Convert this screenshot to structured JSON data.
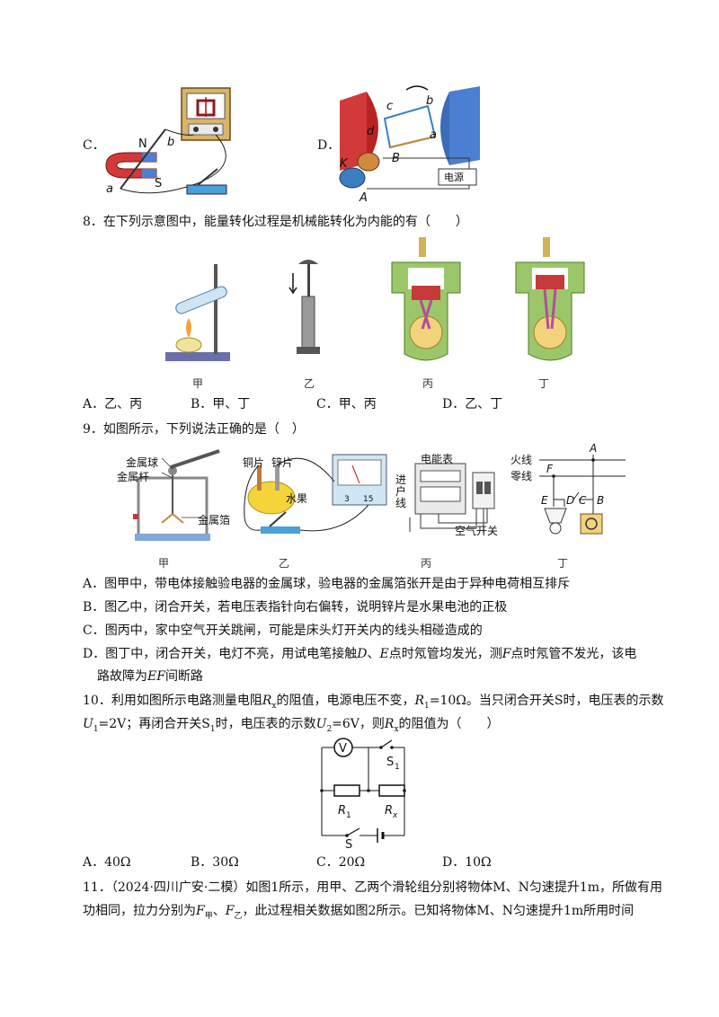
{
  "q7": {
    "option_c": "C．",
    "option_d": "D．",
    "fig_c_labels": {
      "N": "N",
      "S": "S",
      "a": "a",
      "b": "b"
    },
    "fig_d_labels": {
      "a": "a",
      "b": "b",
      "c": "c",
      "d": "d",
      "K": "K",
      "B": "B",
      "A": "A",
      "power": "电源"
    }
  },
  "q8": {
    "stem": "8．在下列示意图中，能量转化过程是机械能转化为内能的有（　　）",
    "captions": [
      "甲",
      "乙",
      "丙",
      "丁"
    ],
    "options": [
      "A．乙、丙",
      "B．甲、丁",
      "C．甲、丙",
      "D．乙、丁"
    ]
  },
  "q9": {
    "stem": "9．如图所示，下列说法正确的是（　）",
    "captions": [
      "甲",
      "乙",
      "丙",
      "丁"
    ],
    "fig_labels": {
      "metal_ball": "金属球",
      "metal_rod": "金属杆",
      "metal_foil": "金属箔",
      "copper": "铜片",
      "zinc": "锌片",
      "fruit": "水果",
      "meter": "电能表",
      "incoming": "进户线",
      "air_switch": "空气开关",
      "live": "火线",
      "neutral": "零线",
      "A": "A",
      "F": "F",
      "E": "E",
      "D": "D",
      "C": "C",
      "B": "B",
      "v3": "3",
      "v15": "15"
    },
    "option_a": "A．图甲中，带电体接触验电器的金属球，验电器的金属箔张开是由于异种电荷相互排斥",
    "option_b": "B．图乙中，闭合开关，若电压表指针向右偏转，说明锌片是水果电池的正极",
    "option_c": "C．图丙中，家中空气开关跳闸，可能是床头灯开关内的线头相碰造成的",
    "option_d_1a": "D．图丁中，闭合开关，电灯不亮，用试电笔接触",
    "option_d_1b": "D",
    "option_d_1c": "、",
    "option_d_1d": "E",
    "option_d_1e": "点时氖管均发光，测",
    "option_d_1f": "F",
    "option_d_1g": "点时氖管不发光，该电",
    "option_d_2a": "路故障为",
    "option_d_2b": "EF",
    "option_d_2c": "间断路"
  },
  "q10": {
    "line1_a": "10．利用如图所示电路测量电阻",
    "line1_b": "R",
    "line1_c": "x",
    "line1_d": "的阻值，电源电压不变，",
    "line1_e": "R",
    "line1_f": "1",
    "line1_g": "=10Ω。当只闭合开关S时，电压表的示数",
    "line2_a": "U",
    "line2_b": "1",
    "line2_c": "=2V；再闭合开关S",
    "line2_d": "1",
    "line2_e": "时，电压表的示数",
    "line2_f": "U",
    "line2_g": "2",
    "line2_h": "=6V，则",
    "line2_i": "R",
    "line2_j": "x",
    "line2_k": "的阻值为（　　）",
    "circuit": {
      "V": "V",
      "S1": "S",
      "S1sub": "1",
      "R1": "R",
      "R1sub": "1",
      "Rx": "R",
      "Rxsub": "x",
      "S": "S"
    },
    "options": [
      "A．40Ω",
      "B．30Ω",
      "C．20Ω",
      "D．10Ω"
    ]
  },
  "q11": {
    "line1": "11．（2024·四川广安·二模）如图1所示，用甲、乙两个滑轮组分别将物体M、N匀速提升1m，所做有用",
    "line2_a": "功相同，拉力分别为",
    "line2_b": "F",
    "line2_c": "甲",
    "line2_d": "、",
    "line2_e": "F",
    "line2_f": "乙",
    "line2_g": "，此过程相关数据如图2所示。已知将物体M、N匀速提升1m所用时间"
  }
}
